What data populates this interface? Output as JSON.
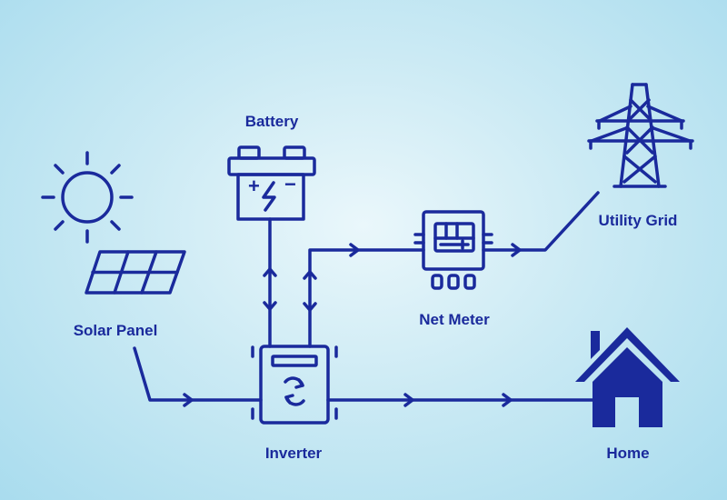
{
  "labels": {
    "battery": "Battery",
    "utility_grid": "Utility Grid",
    "solar_panel": "Solar Panel",
    "net_meter": "Net Meter",
    "inverter": "Inverter",
    "home": "Home"
  },
  "battery_symbols": {
    "plus": "+",
    "minus": "−"
  },
  "colors": {
    "ink": "#1a2a9c",
    "background_center": "#eaf7fb",
    "background_edge": "#a9dcee"
  },
  "icons": [
    "sun-icon",
    "solar-panel-icon",
    "battery-icon",
    "inverter-icon",
    "net-meter-icon",
    "transmission-tower-icon",
    "house-icon"
  ]
}
